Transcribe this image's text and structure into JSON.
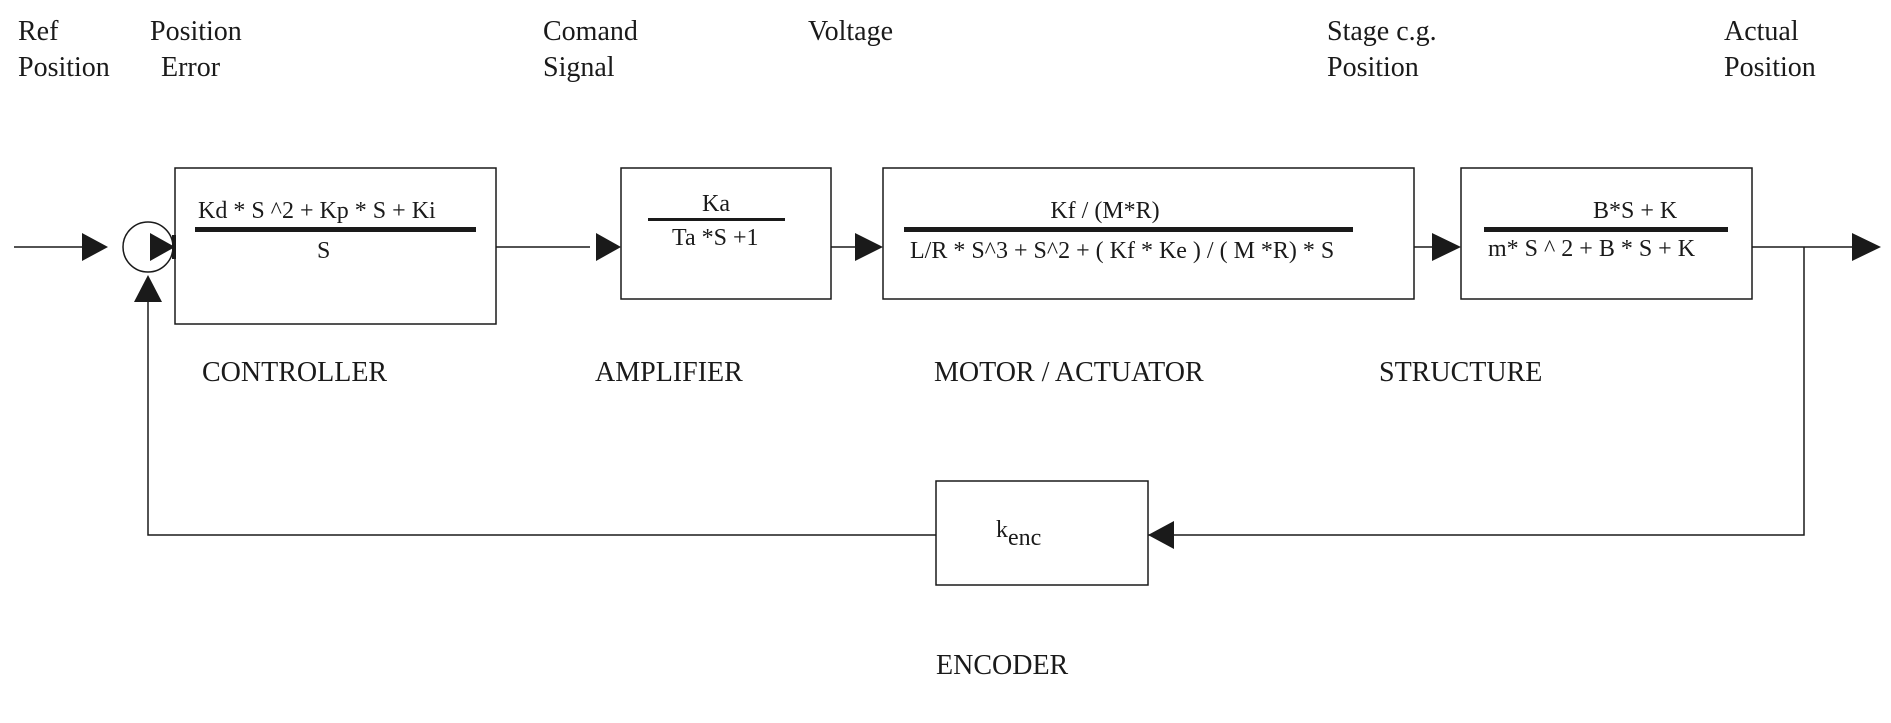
{
  "signals": {
    "ref_position": [
      "Ref",
      "Position"
    ],
    "position_error": [
      "Position",
      "Error"
    ],
    "command_signal": [
      "Comand",
      "Signal"
    ],
    "voltage": [
      "Voltage"
    ],
    "stage_cg_position": [
      "Stage c.g.",
      "Position"
    ],
    "actual_position": [
      "Actual",
      "Position"
    ]
  },
  "blocks": {
    "controller": {
      "name": "CONTROLLER",
      "numerator": "Kd * S ^2 + Kp * S + Ki",
      "denominator": "S"
    },
    "amplifier": {
      "name": "AMPLIFIER",
      "numerator": "Ka",
      "denominator": "Ta *S +1"
    },
    "motor": {
      "name": "MOTOR / ACTUATOR",
      "numerator": "Kf / (M*R)",
      "denominator": "L/R * S^3 + S^2 + ( Kf * Ke ) / (  M *R) * S"
    },
    "structure": {
      "name": "STRUCTURE",
      "numerator": "B*S + K",
      "denominator": "m* S ^ 2 + B * S + K"
    },
    "encoder": {
      "name": "ENCODER",
      "gain_base": "k",
      "gain_subscript": "enc"
    }
  }
}
